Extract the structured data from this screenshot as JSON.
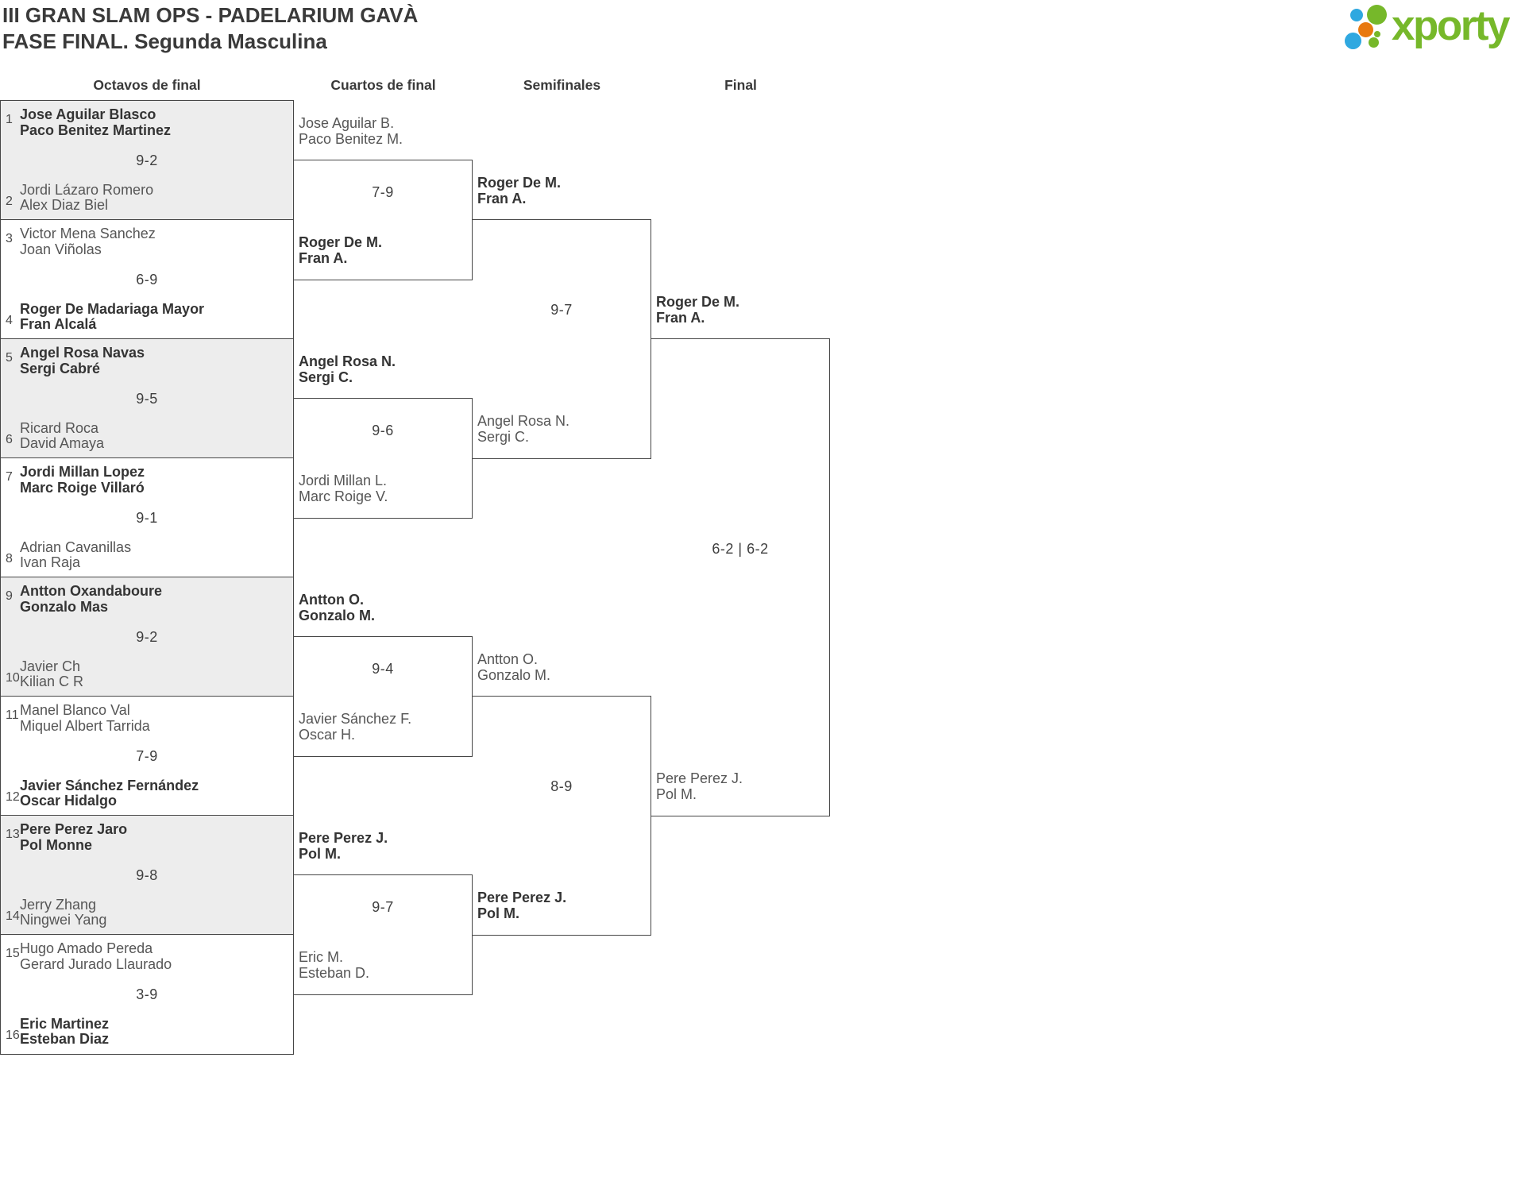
{
  "header": {
    "title_line1": "III GRAN SLAM OPS - PADELARIUM GAVÀ",
    "title_line2": "FASE FINAL. Segunda Masculina",
    "logo_text": "xporty"
  },
  "brand_colors": {
    "green": "#76b82a",
    "blue": "#2fa8e0",
    "orange": "#e8790f"
  },
  "columns": [
    "Octavos de final",
    "Cuartos de final",
    "Semifinales",
    "Final"
  ],
  "octavos": [
    {
      "seed1": "1",
      "p1a": "Jose Aguilar Blasco",
      "p1b": "Paco Benitez Martinez",
      "score": "9-2",
      "seed2": "2",
      "p2a": "Jordi Lázaro Romero",
      "p2b": "Alex Diaz Biel",
      "winner": "top"
    },
    {
      "seed1": "3",
      "p1a": "Victor Mena Sanchez",
      "p1b": "Joan Viñolas",
      "score": "6-9",
      "seed2": "4",
      "p2a": "Roger De Madariaga Mayor",
      "p2b": "Fran Alcalá",
      "winner": "bottom"
    },
    {
      "seed1": "5",
      "p1a": "Angel Rosa Navas",
      "p1b": "Sergi Cabré",
      "score": "9-5",
      "seed2": "6",
      "p2a": "Ricard Roca",
      "p2b": "David Amaya",
      "winner": "top"
    },
    {
      "seed1": "7",
      "p1a": "Jordi Millan Lopez",
      "p1b": "Marc Roige Villaró",
      "score": "9-1",
      "seed2": "8",
      "p2a": "Adrian Cavanillas",
      "p2b": "Ivan Raja",
      "winner": "top"
    },
    {
      "seed1": "9",
      "p1a": "Antton Oxandaboure",
      "p1b": "Gonzalo Mas",
      "score": "9-2",
      "seed2": "10",
      "p2a": "Javier Ch",
      "p2b": "Kilian C R",
      "winner": "top"
    },
    {
      "seed1": "11",
      "p1a": "Manel Blanco Val",
      "p1b": "Miquel Albert Tarrida",
      "score": "7-9",
      "seed2": "12",
      "p2a": "Javier Sánchez Fernández",
      "p2b": "Oscar Hidalgo",
      "winner": "bottom"
    },
    {
      "seed1": "13",
      "p1a": "Pere Perez Jaro",
      "p1b": "Pol Monne",
      "score": "9-8",
      "seed2": "14",
      "p2a": "Jerry Zhang",
      "p2b": "Ningwei Yang",
      "winner": "top"
    },
    {
      "seed1": "15",
      "p1a": "Hugo Amado Pereda",
      "p1b": "Gerard Jurado Llaurado",
      "score": "3-9",
      "seed2": "16",
      "p2a": "Eric Martinez",
      "p2b": "Esteban Diaz",
      "winner": "bottom"
    }
  ],
  "cuartos": [
    {
      "p1a": "Jose Aguilar B.",
      "p1b": "Paco Benitez M.",
      "score": "7-9",
      "p2a": "Roger De M.",
      "p2b": "Fran A.",
      "winner": "bottom"
    },
    {
      "p1a": "Angel Rosa N.",
      "p1b": "Sergi C.",
      "score": "9-6",
      "p2a": "Jordi Millan L.",
      "p2b": "Marc Roige V.",
      "winner": "top"
    },
    {
      "p1a": "Antton O.",
      "p1b": "Gonzalo M.",
      "score": "9-4",
      "p2a": "Javier Sánchez F.",
      "p2b": "Oscar H.",
      "winner": "top"
    },
    {
      "p1a": "Pere Perez J.",
      "p1b": "Pol M.",
      "score": "9-7",
      "p2a": "Eric M.",
      "p2b": "Esteban D.",
      "winner": "top"
    }
  ],
  "semifinales": [
    {
      "p1a": "Roger De M.",
      "p1b": "Fran A.",
      "score": "9-7",
      "p2a": "Angel Rosa N.",
      "p2b": "Sergi C.",
      "winner": "top"
    },
    {
      "p1a": "Antton O.",
      "p1b": "Gonzalo M.",
      "score": "8-9",
      "p2a": "Pere Perez J.",
      "p2b": "Pol M.",
      "winner": "bottom"
    }
  ],
  "final": [
    {
      "p1a": "Roger De M.",
      "p1b": "Fran A.",
      "score": "6-2 | 6-2",
      "p2a": "Pere Perez J.",
      "p2b": "Pol M.",
      "winner": "top"
    }
  ]
}
